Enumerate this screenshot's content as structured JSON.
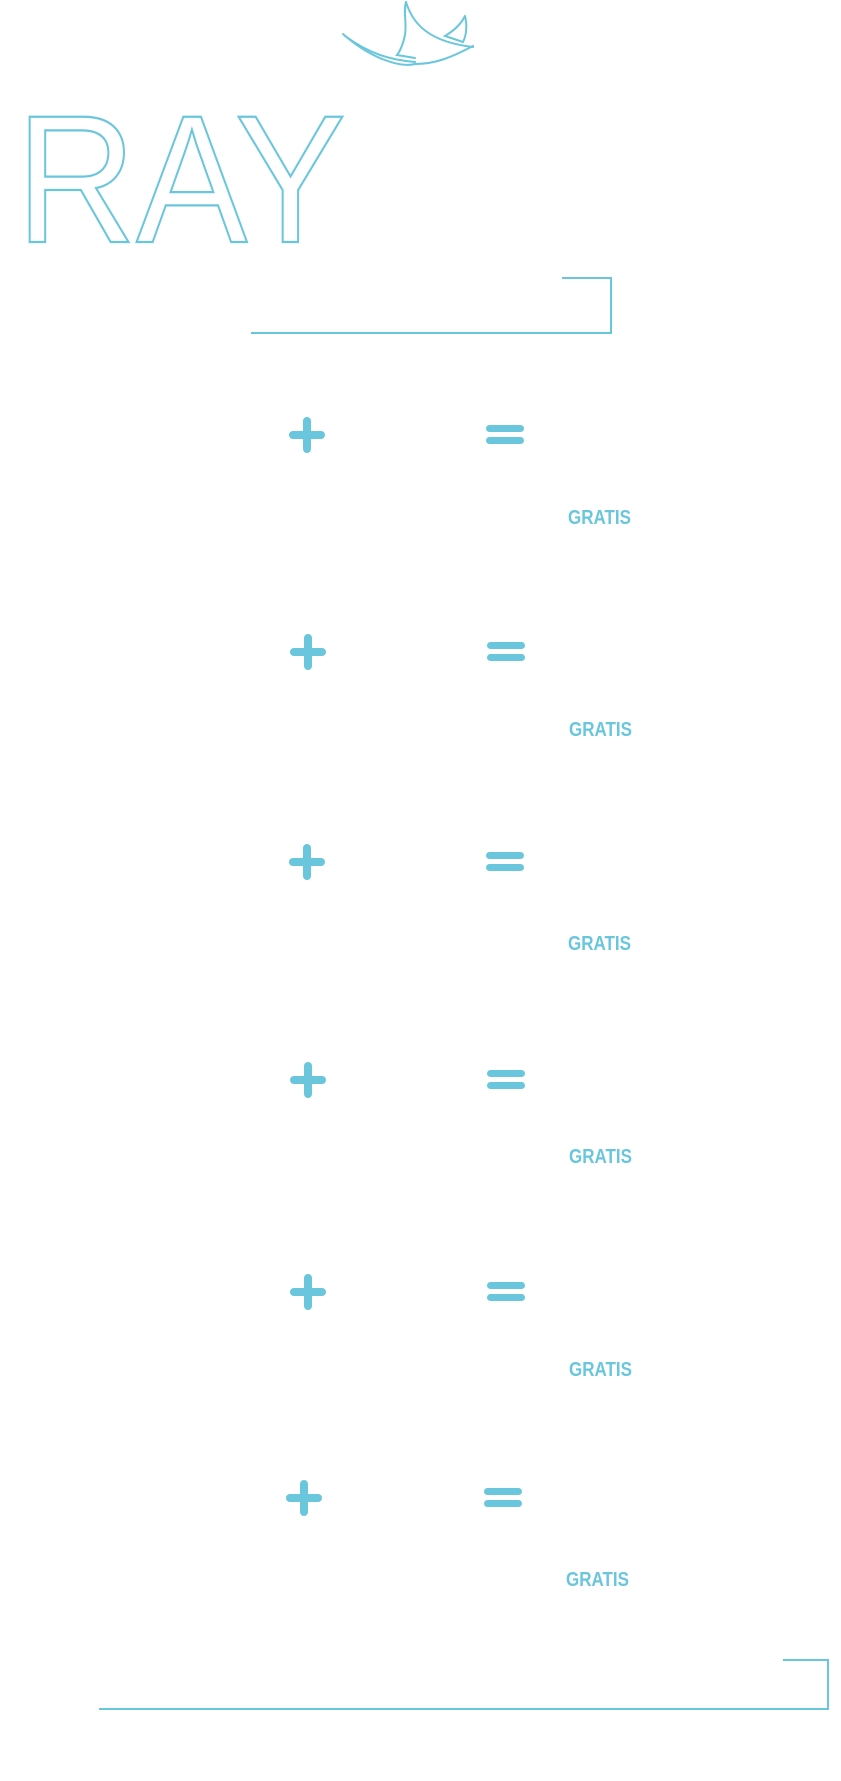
{
  "brand": {
    "logo_text": "RAY",
    "color": "#69c6dc"
  },
  "offers": [
    {
      "badge": "GRATIS"
    },
    {
      "badge": "GRATIS"
    },
    {
      "badge": "GRATIS"
    },
    {
      "badge": "GRATIS"
    },
    {
      "badge": "GRATIS"
    },
    {
      "badge": "GRATIS"
    }
  ]
}
